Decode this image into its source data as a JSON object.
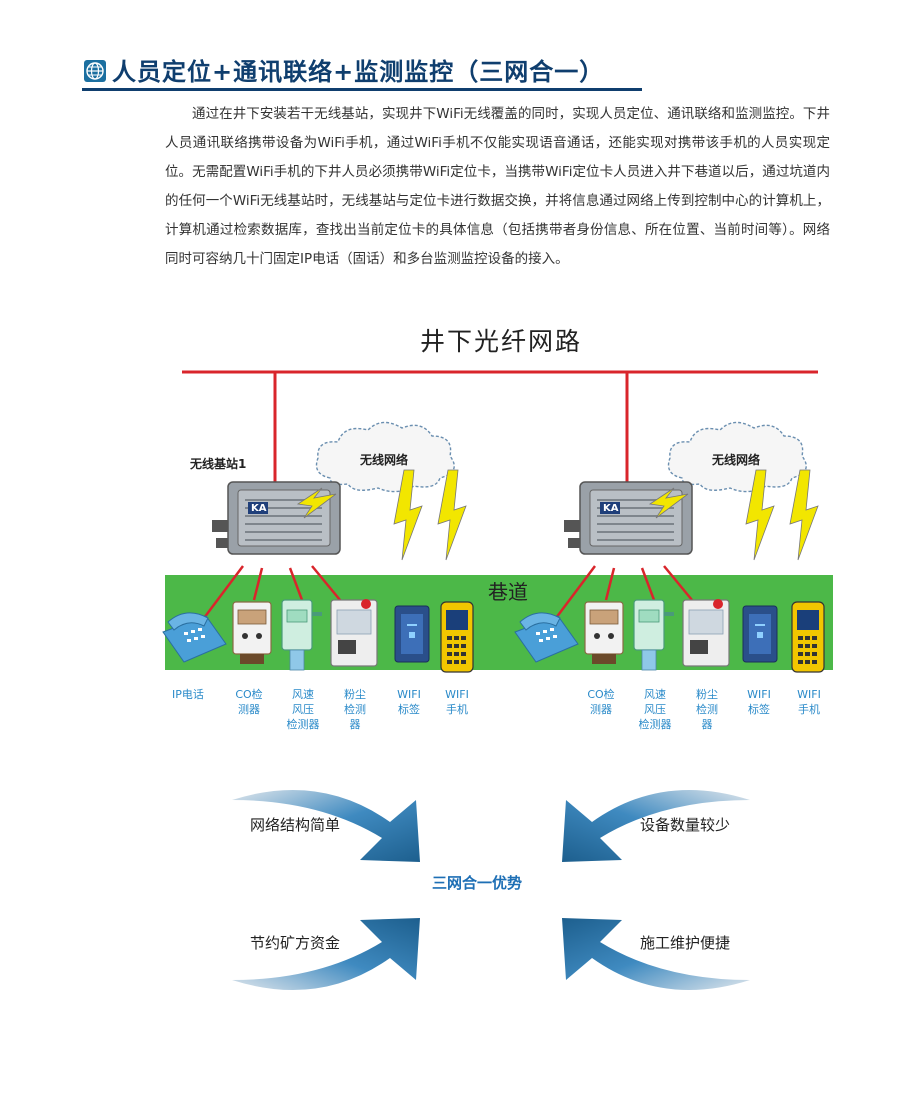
{
  "heading": "人员定位+通讯联络+监测监控（三网合一）",
  "paragraph": "通过在井下安装若干无线基站，实现井下WiFi无线覆盖的同时，实现人员定位、通讯联络和监测监控。下井人员通讯联络携带设备为WiFi手机，通过WiFi手机不仅能实现语音通话，还能实现对携带该手机的人员实现定位。无需配置WiFi手机的下井人员必须携带WiFi定位卡，当携带WiFi定位卡人员进入井下巷道以后，通过坑道内的任何一个WiFi无线基站时，无线基站与定位卡进行数据交换，并将信息通过网络上传到控制中心的计算机上，计算机通过检索数据库，查找出当前定位卡的具体信息（包括携带者身份信息、所在位置、当前时间等）。网络同时可容纳几十门固定IP电话（固话）和多台监测监控设备的接入。",
  "diagram": {
    "title": "井下光纤网路",
    "station_label": "无线基站1",
    "station_badge": "KA",
    "cloud_label": "无线网络",
    "tunnel_label": "巷道",
    "devices_left": [
      {
        "lines": [
          "IP电话"
        ]
      },
      {
        "lines": [
          "CO检",
          "测器"
        ]
      },
      {
        "lines": [
          "风速",
          "风压",
          "检测器"
        ]
      },
      {
        "lines": [
          "粉尘",
          "检测",
          "器"
        ]
      },
      {
        "lines": [
          "WIFI",
          "标签"
        ]
      },
      {
        "lines": [
          "WIFI",
          "手机"
        ]
      }
    ],
    "devices_right": [
      {
        "lines": [
          "CO检",
          "测器"
        ]
      },
      {
        "lines": [
          "风速",
          "风压",
          "检测器"
        ]
      },
      {
        "lines": [
          "粉尘",
          "检测",
          "器"
        ]
      },
      {
        "lines": [
          "WIFI",
          "标签"
        ]
      },
      {
        "lines": [
          "WIFI",
          "手机"
        ]
      }
    ]
  },
  "advantages": {
    "center": "三网合一优势",
    "top_left": "网络结构简单",
    "top_right": "设备数量较少",
    "bottom_left": "节约矿方资金",
    "bottom_right": "施工维护便捷"
  },
  "colors": {
    "fiber": "#d9252b",
    "tunnel": "#4cb848",
    "heading": "#0f3e6e",
    "label_blue": "#2a8ac9",
    "arrow": "#2a7ab0",
    "lightning": "#f2e600"
  }
}
